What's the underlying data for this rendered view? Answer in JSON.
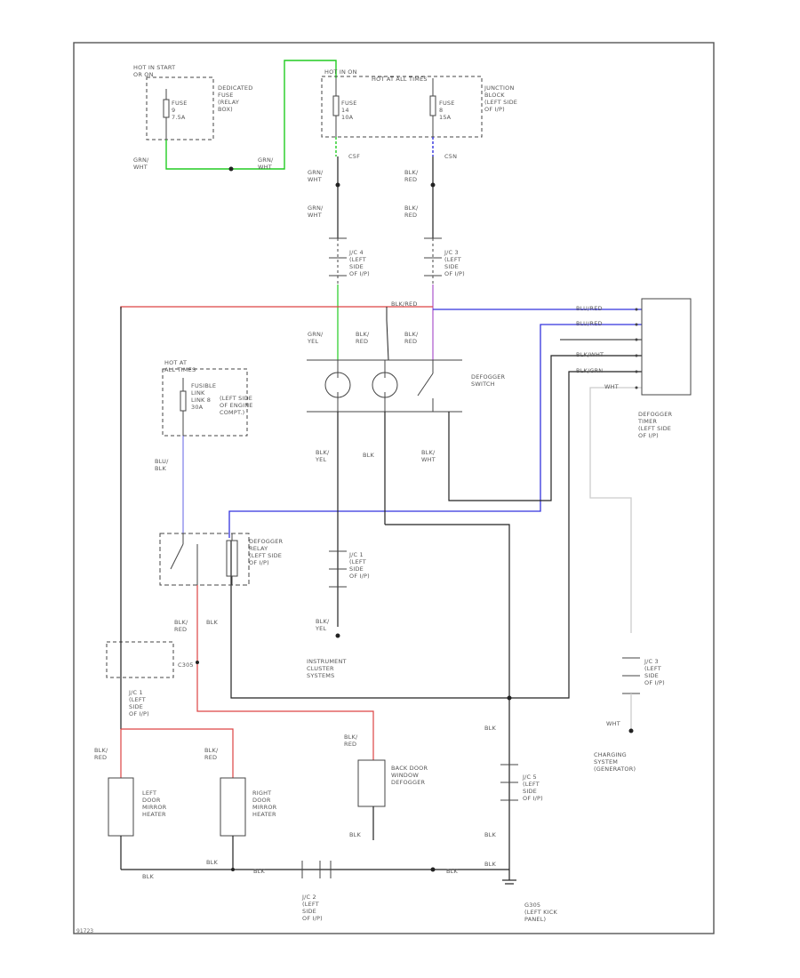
{
  "diagram": {
    "figure_id": "91723",
    "colors": {
      "frame": "#555555",
      "wire_black": "#222222",
      "wire_green": "#22cc22",
      "wire_blue": "#3333dd",
      "wire_red": "#dd4444",
      "wire_violet": "#aa55cc",
      "wire_white": "#cccccc",
      "dash": "#444444"
    },
    "labels": {
      "hot_in_start": "HOT IN START\nOR ON",
      "fuse9": "FUSE\n9\n7.5A",
      "dedicated_fuse": "DEDICATED\nFUSE\n(RELAY\nBOX)",
      "grn_wht_left": "GRN/\nWHT",
      "grn_wht_mid": "GRN/\nWHT",
      "hot_at_all_top": "HOT AT ALL TIMES",
      "hot_in_on": "HOT IN ON",
      "fuse_hot_on": "FUSE\n14\n10A",
      "fuse_ctr": "FUSE\n8\n15A",
      "junction_block": "JUNCTION\nBLOCK\n(LEFT SIDE\nOF I/P)",
      "c_left": "C5F",
      "c_right": "C5N",
      "grn_wht_2": "GRN/\nWHT",
      "grn_wht_3": "GRN/\nWHT",
      "blk_red_2": "BLK/\nRED",
      "blk_red_3": "BLK/\nRED",
      "jc4": "J/C 4\n(LEFT\nSIDE\nOF I/P)",
      "jc3": "J/C 3\n(LEFT\nSIDE\nOF I/P)",
      "blk_red_top": "BLK/RED",
      "blu_red_1": "BLU/RED",
      "blu_red_2": "BLU/RED",
      "blk_wht": "BLK/WHT",
      "blk_grn": "BLK/GRN",
      "wht": "WHT",
      "grn_yel": "GRN/\nYEL",
      "blk_red_sw": "BLK/\nRED",
      "blk_red_sw2": "BLK/\nRED",
      "defogger_switch": "DEFOGGER\nSWITCH",
      "hot_at_all": "HOT AT\nALL TIMES",
      "fusible_link": "FUSIBLE\nLINK\nLINK 8\n30A",
      "fusible_loc": "(LEFT SIDE\nOF ENGINE\nCOMPT.)",
      "defogger_timer": "DEFOGGER\nTIMER\n(LEFT SIDE\nOF I/P)",
      "blu_blk": "BLU/\nBLK",
      "blk_yel": "BLK/\nYEL",
      "blk_sw": "BLK",
      "blk_wht_sw": "BLK/\nWHT",
      "defogger_relay": "DEFOGGER\nRELAY\n(LEFT SIDE\nOF I/P)",
      "jc1_mid": "J/C 1\n(LEFT\nSIDE\nOF I/P)",
      "blk_yel_2": "BLK/\nYEL",
      "instrument_cluster": "INSTRUMENT\nCLUSTER\nSYSTEMS",
      "blk_red_relay": "BLK/\nRED",
      "blk_relay": "BLK",
      "c305": "C305",
      "jc1_left": "J/C 1\n(LEFT\nSIDE\nOF I/P)",
      "blk_red_l": "BLK/\nRED",
      "blk_red_r": "BLK/\nRED",
      "left_mirror": "LEFT\nDOOR\nMIRROR\nHEATER",
      "right_mirror": "RIGHT\nDOOR\nMIRROR\nHEATER",
      "blk_red_back": "BLK/\nRED",
      "back_door": "BACK DOOR\nWINDOW\nDEFOGGER",
      "blk_back": "BLK",
      "blk_right": "BLK",
      "jc5": "J/C 5\n(LEFT\nSIDE\nOF I/P)",
      "blk_jc": "BLK",
      "blk_jc2": "BLK",
      "blk_bottom": "BLK",
      "blk_bottom2": "BLK",
      "blk_bottom3": "BLK",
      "blk_bottom4": "BLK",
      "jc2_bottom": "J/C 2\n(LEFT\nSIDE\nOF I/P)",
      "g305": "G305\n(LEFT KICK\nPANEL)",
      "jc3_right": "J/C 3\n(LEFT\nSIDE\nOF I/P)",
      "wht_right": "WHT",
      "charging": "CHARGING\nSYSTEM\n(GENERATOR)"
    }
  }
}
